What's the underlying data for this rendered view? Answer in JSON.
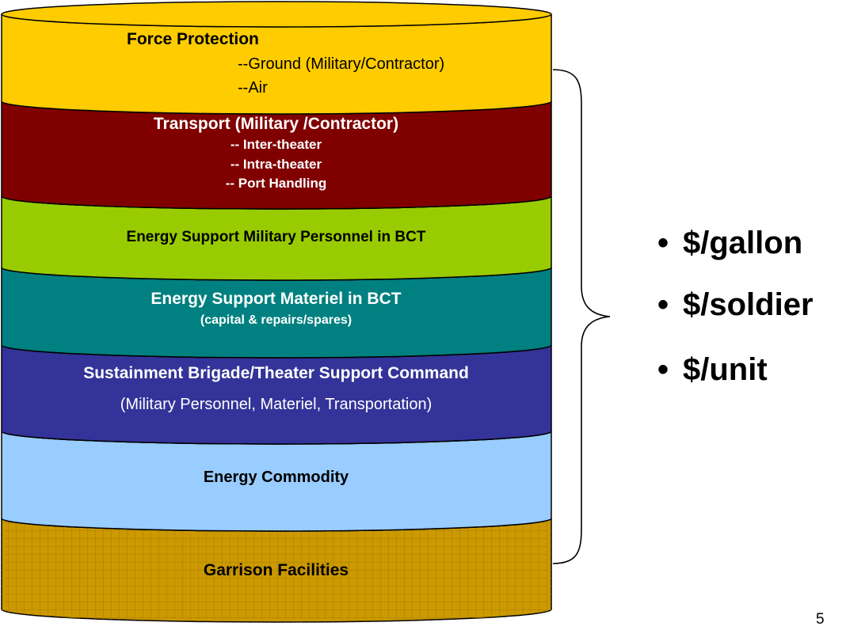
{
  "layers": [
    {
      "id": "force-protection",
      "fill": "#ffcc00",
      "text_color": "#000000",
      "title": "Force Protection",
      "lines": [
        "--Ground (Military/Contractor)",
        "--Air"
      ]
    },
    {
      "id": "transport",
      "fill": "#800000",
      "text_color": "#ffffff",
      "title": "Transport (Military /Contractor)",
      "lines": [
        "-- Inter-theater",
        "-- Intra-theater",
        "-- Port Handling"
      ]
    },
    {
      "id": "energy-support-personnel",
      "fill": "#99cc00",
      "text_color": "#000000",
      "title": "Energy Support Military Personnel in BCT"
    },
    {
      "id": "energy-support-materiel",
      "fill": "#008080",
      "text_color": "#ffffff",
      "title": "Energy Support Materiel in BCT",
      "subtitle": "(capital & repairs/spares)"
    },
    {
      "id": "sustainment",
      "fill": "#333399",
      "text_color": "#ffffff",
      "title": "Sustainment Brigade/Theater Support Command",
      "subtitle": "(Military Personnel, Materiel, Transportation)"
    },
    {
      "id": "energy-commodity",
      "fill": "#99ccff",
      "text_color": "#000000",
      "title": "Energy Commodity"
    },
    {
      "id": "garrison",
      "fill": "#cc9900",
      "text_color": "#000000",
      "title": "Garrison Facilities"
    }
  ],
  "bullets": [
    "$/gallon",
    "$/soldier",
    "$/unit"
  ],
  "page_number": "5"
}
